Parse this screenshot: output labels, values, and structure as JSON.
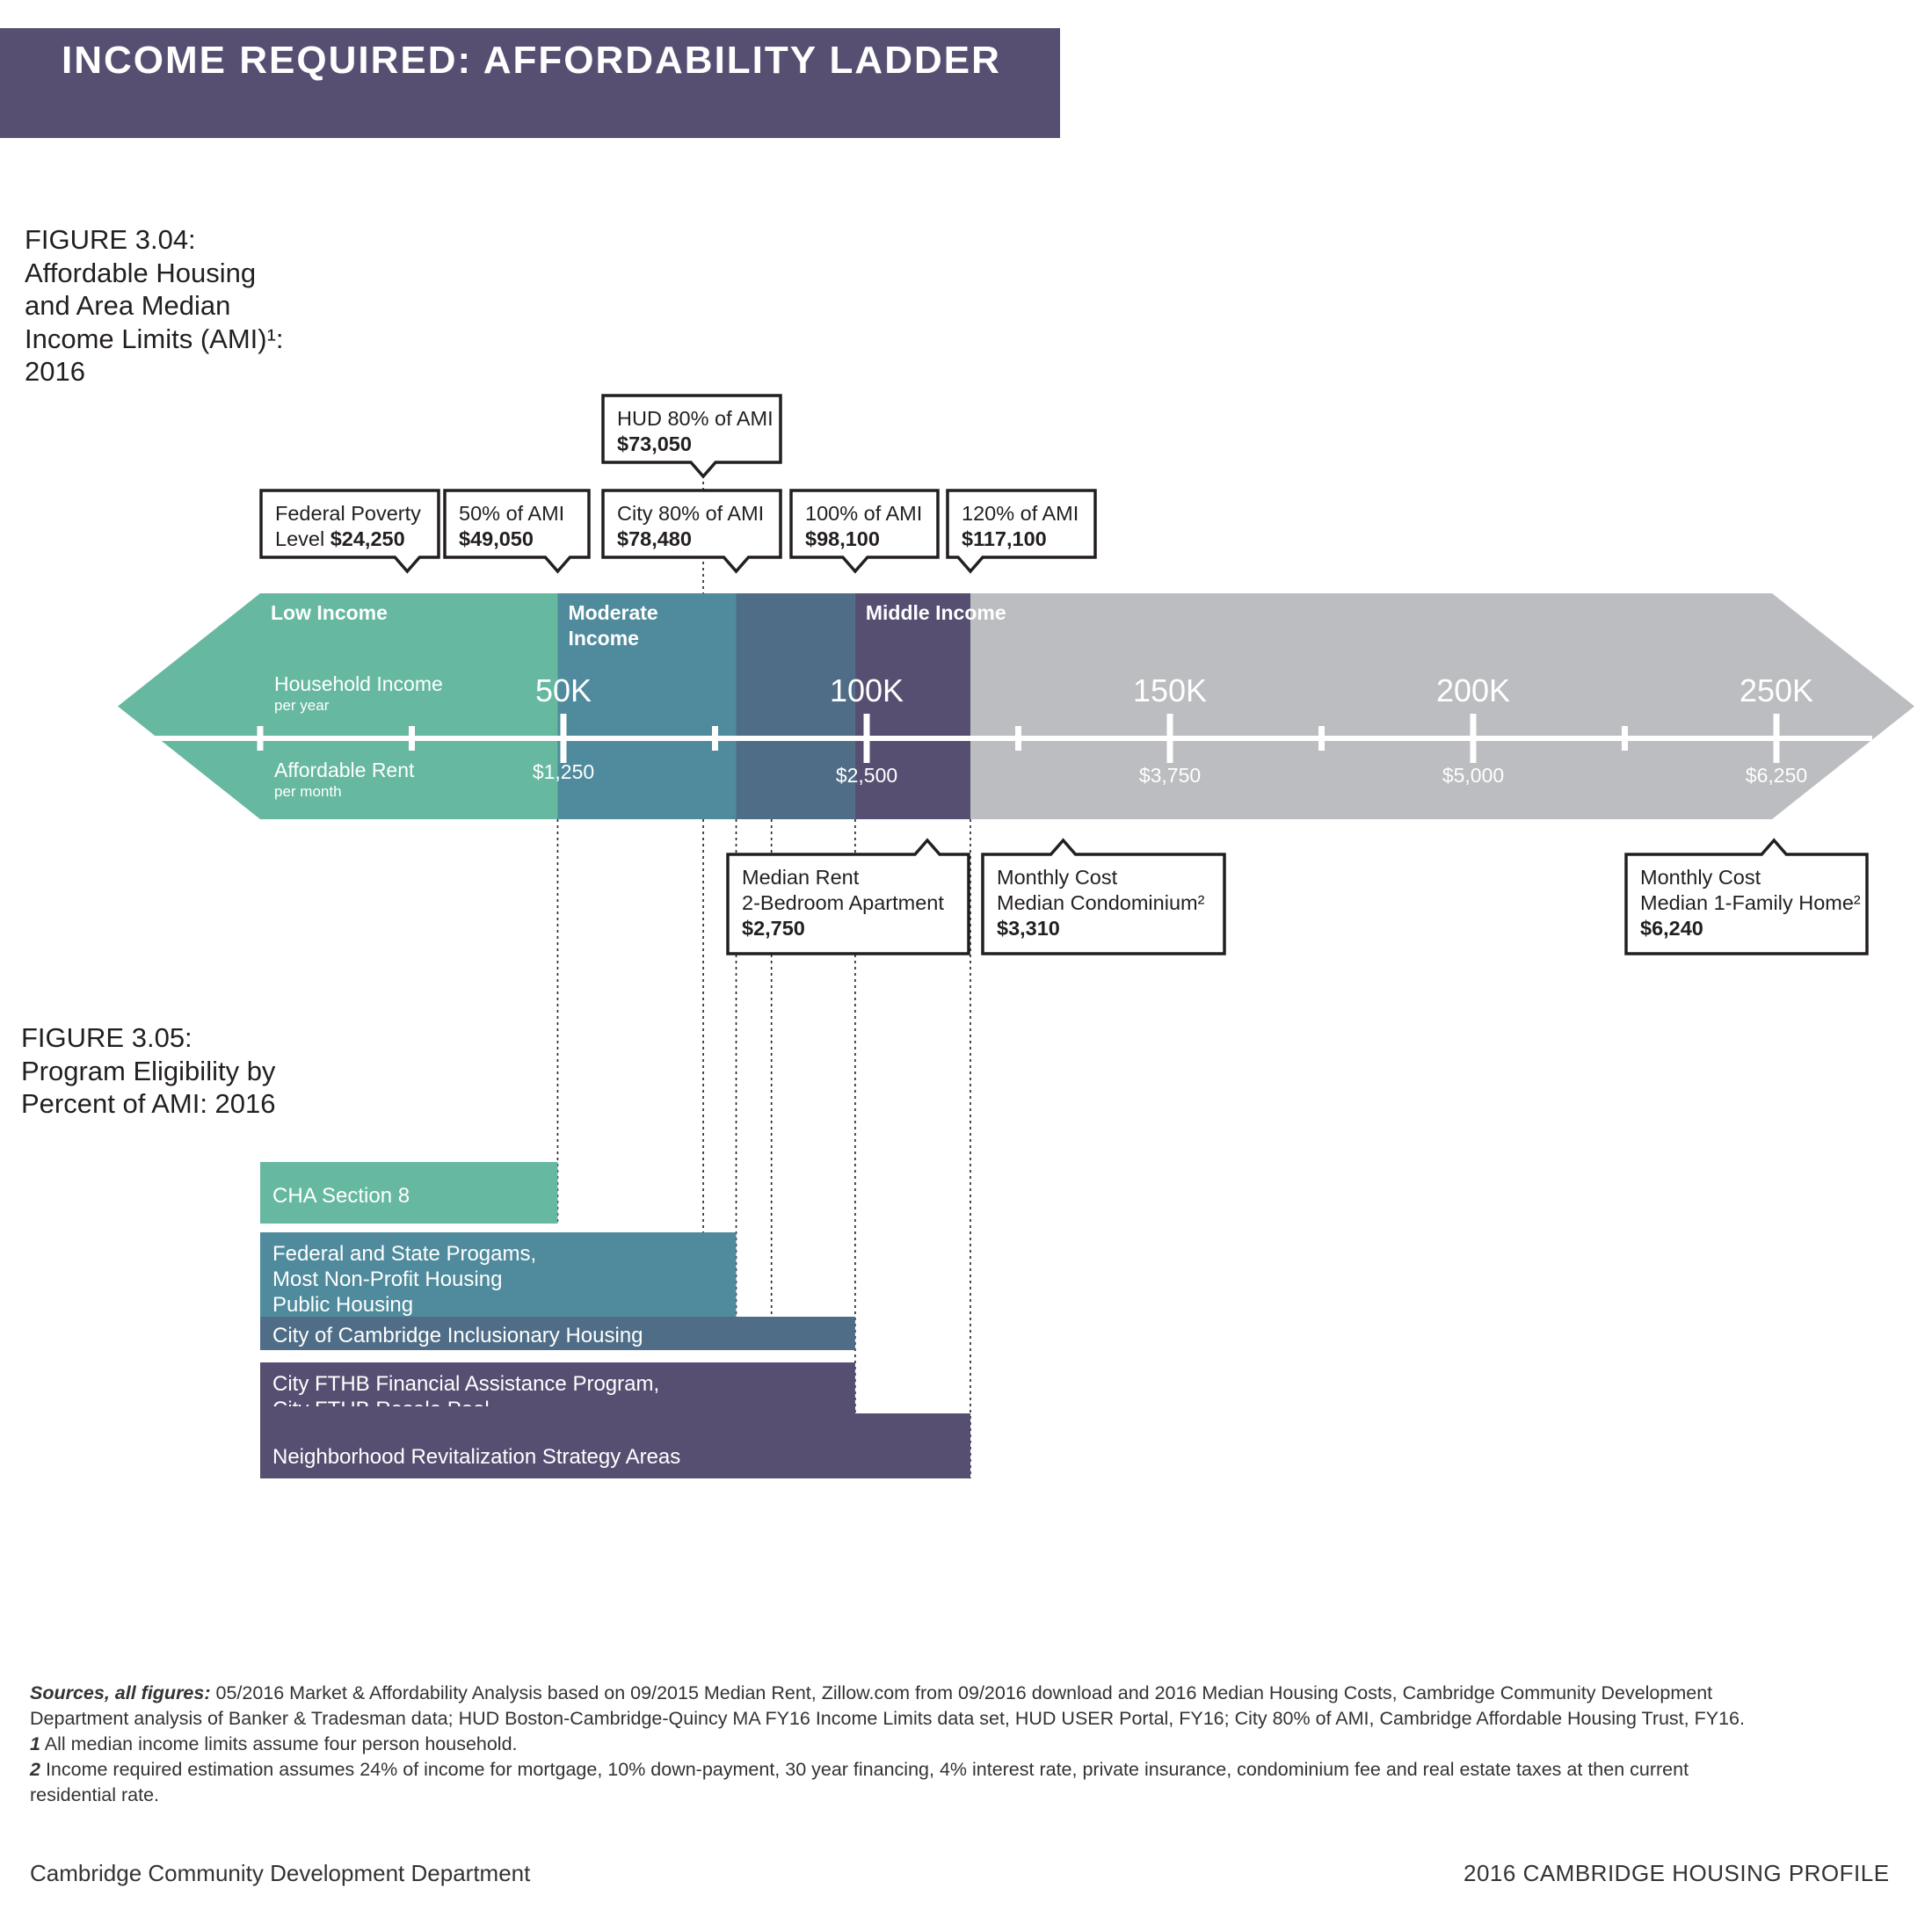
{
  "header": {
    "title": "INCOME REQUIRED: AFFORDABILITY LADDER"
  },
  "figure_304": {
    "lines": [
      "FIGURE 3.04:",
      "Affordable Housing",
      "and Area Median",
      "Income Limits (AMI)¹:",
      "2016"
    ]
  },
  "figure_305": {
    "lines": [
      "FIGURE 3.05:",
      "Program Eligibility by",
      "Percent of AMI: 2016"
    ]
  },
  "colors": {
    "low": "#66b8a0",
    "moderate": "#4f8b9c",
    "moderate_upper": "#4f6d87",
    "middle": "#574f72",
    "gray": "#bcbdc0",
    "banner": "#574f72"
  },
  "bands": [
    {
      "label": [
        "Low Income"
      ],
      "from": 0,
      "to": 49050,
      "color": "#66b8a0"
    },
    {
      "label": [
        "Moderate",
        "Income"
      ],
      "from": 49050,
      "to": 78480,
      "color": "#4f8b9c"
    },
    {
      "label": [],
      "from": 78480,
      "to": 98100,
      "color": "#4f6d87"
    },
    {
      "label": [
        "Middle Income"
      ],
      "from": 98100,
      "to": 117100,
      "color": "#574f72"
    }
  ],
  "axis": {
    "income_label": "Household Income",
    "income_sub": "per year",
    "rent_label": "Affordable Rent",
    "rent_sub": "per month",
    "ticks": [
      {
        "value": 50000,
        "income": "50K",
        "rent": "$1,250"
      },
      {
        "value": 100000,
        "income": "100K",
        "rent": "$2,500"
      },
      {
        "value": 150000,
        "income": "150K",
        "rent": "$3,750"
      },
      {
        "value": 200000,
        "income": "200K",
        "rent": "$5,000"
      },
      {
        "value": 250000,
        "income": "250K",
        "rent": "$6,250"
      }
    ],
    "minor_ticks": [
      0,
      25000,
      75000,
      125000,
      175000,
      225000
    ]
  },
  "income_limits": [
    {
      "label": [
        "Federal Poverty",
        "Level "
      ],
      "value_text": "$24,250",
      "value": 24250,
      "inline": true,
      "row": "low"
    },
    {
      "label": [
        "50% of AMI"
      ],
      "value_text": "$49,050",
      "value": 49050,
      "row": "low"
    },
    {
      "label": [
        "City 80% of AMI"
      ],
      "value_text": "$78,480",
      "value": 78480,
      "row": "low"
    },
    {
      "label": [
        "100% of AMI"
      ],
      "value_text": "$98,100",
      "value": 98100,
      "row": "low"
    },
    {
      "label": [
        "120% of AMI"
      ],
      "value_text": "$117,100",
      "value": 117100,
      "row": "low"
    },
    {
      "label": [
        "HUD 80% of AMI"
      ],
      "value_text": "$73,050",
      "value": 73050,
      "row": "high"
    }
  ],
  "housing_costs": [
    {
      "label": [
        "Median Rent",
        "2-Bedroom Apartment"
      ],
      "value_text": "$2,750",
      "value": 2750
    },
    {
      "label": [
        "Monthly Cost",
        "Median Condominium²"
      ],
      "value_text": "$3,310",
      "value": 3310
    },
    {
      "label": [
        "Monthly Cost",
        "Median 1-Family Home²"
      ],
      "value_text": "$6,240",
      "value": 6240
    }
  ],
  "programs": [
    {
      "lines": [
        "CHA Section 8"
      ],
      "max_income": 49050,
      "color": "#66b8a0"
    },
    {
      "lines": [
        "Federal and State Progams,",
        "Most Non-Profit Housing",
        "Public Housing"
      ],
      "max_income": 78480,
      "color": "#4f8b9c"
    },
    {
      "lines": [
        "City of Cambridge Inclusionary Housing"
      ],
      "max_income": 98100,
      "color": "#4f6d87"
    },
    {
      "lines": [
        "City FTHB Financial Assistance Program,",
        "City FTHB Resale Pool"
      ],
      "max_income": 98100,
      "color": "#574f72"
    },
    {
      "lines": [
        "Neighborhood Revitalization Strategy Areas"
      ],
      "max_income": 117100,
      "color": "#574f72"
    }
  ],
  "footnotes": {
    "sources_label": "Sources, all figures:",
    "sources_text": " 05/2016 Market & Affordability Analysis based on 09/2015 Median Rent, Zillow.com from 09/2016 download and 2016 Median Housing Costs, Cambridge Community Development",
    "sources_text_2": "Department analysis of Banker & Tradesman data; HUD Boston-Cambridge-Quincy MA FY16 Income Limits data set, HUD USER Portal, FY16; City 80% of AMI, Cambridge Affordable Housing Trust, FY16.",
    "note1_num": "1",
    "note1_text": " All median income limits assume four person household.",
    "note2_num": "2",
    "note2_text": " Income required estimation assumes 24% of income for mortgage, 10% down-payment, 30 year financing, 4% interest rate, private insurance, condominium fee and real estate taxes at then current",
    "note2_text_2": "residential rate."
  },
  "footer": {
    "left": "Cambridge Community Development Department",
    "right": "2016  CAMBRIDGE HOUSING PROFILE"
  }
}
